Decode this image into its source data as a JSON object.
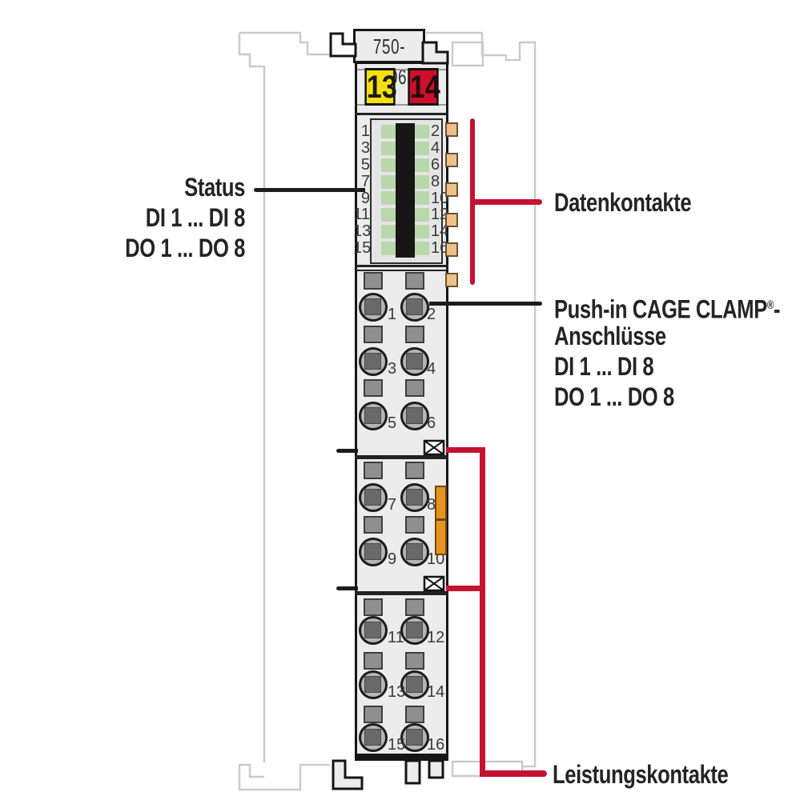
{
  "module": {
    "label": "750-1506",
    "markers": {
      "left": "13",
      "right": "14"
    },
    "led": {
      "left_numbers": [
        "1",
        "3",
        "5",
        "7",
        "9",
        "11",
        "13",
        "15"
      ],
      "right_numbers": [
        "2",
        "4",
        "6",
        "8",
        "10",
        "12",
        "14",
        "16"
      ]
    },
    "contacts": {
      "rows": [
        {
          "left": "1",
          "right": "2"
        },
        {
          "left": "3",
          "right": "4"
        },
        {
          "left": "5",
          "right": "6"
        },
        {
          "left": "7",
          "right": "8"
        },
        {
          "left": "9",
          "right": "10"
        },
        {
          "left": "11",
          "right": "12"
        },
        {
          "left": "13",
          "right": "14"
        },
        {
          "left": "15",
          "right": "16"
        }
      ]
    }
  },
  "annotations": {
    "status": {
      "line1": "Status",
      "line2": "DI 1 ... DI 8",
      "line3": "DO 1 ... DO 8"
    },
    "datenkontakte": "Datenkontakte",
    "pushin": {
      "line1_pre": "Push-in CAGE CLAMP",
      "line1_sup": "®",
      "line1_post": "-",
      "line2": "Anschlüsse",
      "line3": "DI 1 ... DI 8",
      "line4": "DO 1 ... DO 8"
    },
    "leistungskontakte": "Leistungskontakte"
  },
  "colors": {
    "marker_yellow": "#f4e00e",
    "marker_red": "#cb1028",
    "marker_left_text": "#1a1a1a",
    "marker_right_text": "#23090e",
    "annotation_red": "#c41230",
    "led_green": "#b9d7ad",
    "data_contact_tan": "#eec08a",
    "power_contact_orange": "#e6941e"
  }
}
